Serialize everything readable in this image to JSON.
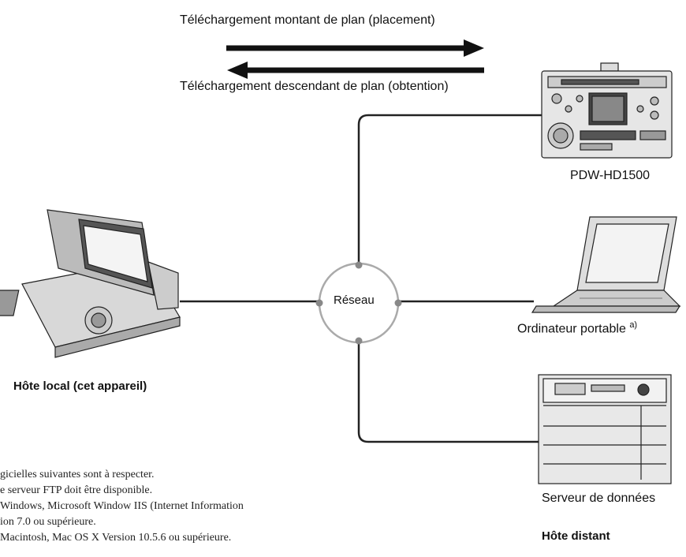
{
  "arrows": {
    "upload_label": "Téléchargement montant de plan (placement)",
    "download_label": "Téléchargement descendant de plan (obtention)"
  },
  "network": {
    "label": "Réseau"
  },
  "devices": {
    "pdw": {
      "label": "PDW-HD1500"
    },
    "laptop": {
      "label": "Ordinateur portable",
      "footnote_mark": "a)"
    },
    "server": {
      "label": "Serveur de données"
    },
    "local_host": {
      "label": "Hôte local (cet appareil)"
    },
    "remote_host": {
      "label": "Hôte distant"
    }
  },
  "footnote": {
    "lines": [
      "gicielles suivantes sont à respecter.",
      "e serveur FTP doit être disponible.",
      "Windows, Microsoft Window IIS (Internet Information",
      "ion 7.0 ou supérieure.",
      "Macintosh, Mac OS X Version 10.5.6 ou supérieure."
    ]
  },
  "colors": {
    "line": "#222222",
    "ring": "#aaaaaa",
    "device_body": "#e6e6e6",
    "device_dark": "#444444"
  }
}
